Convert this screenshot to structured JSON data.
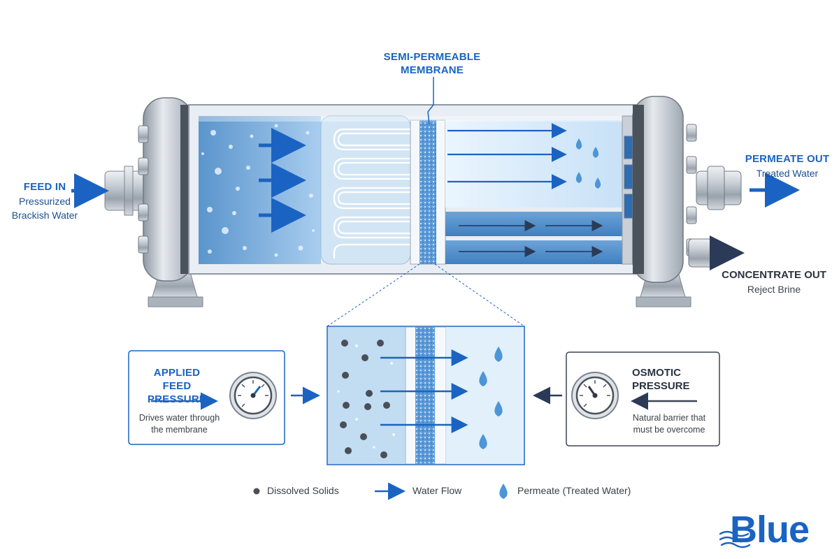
{
  "labels": {
    "membrane_title_line1": "SEMI-PERMEABLE",
    "membrane_title_line2": "MEMBRANE",
    "feed_in_title": "FEED IN",
    "feed_in_sub1": "Pressurized",
    "feed_in_sub2": "Brackish Water",
    "permeate_out_title": "PERMEATE OUT",
    "permeate_out_sub": "Treated Water",
    "concentrate_out_title": "CONCENTRATE OUT",
    "concentrate_out_sub": "Reject Brine"
  },
  "applied_pressure": {
    "title_line1": "APPLIED FEED",
    "title_line2": "PRESSURE",
    "desc_line1": "Drives water through",
    "desc_line2": "the membrane"
  },
  "osmotic_pressure": {
    "title_line1": "OSMOTIC",
    "title_line2": "PRESSURE",
    "desc_line1": "Natural barrier that",
    "desc_line2": "must be overcome"
  },
  "legend": {
    "dissolved_solids": "Dissolved Solids",
    "water_flow": "Water Flow",
    "permeate": "Permeate (Treated Water)"
  },
  "logo": {
    "text": "Blue"
  },
  "colors": {
    "accent_blue": "#1a63c2",
    "dark_slate": "#2b3340",
    "feed_water": "#6fa6d6",
    "permeate_water": "#d7ebfb",
    "steel": "#b9c0c8"
  }
}
